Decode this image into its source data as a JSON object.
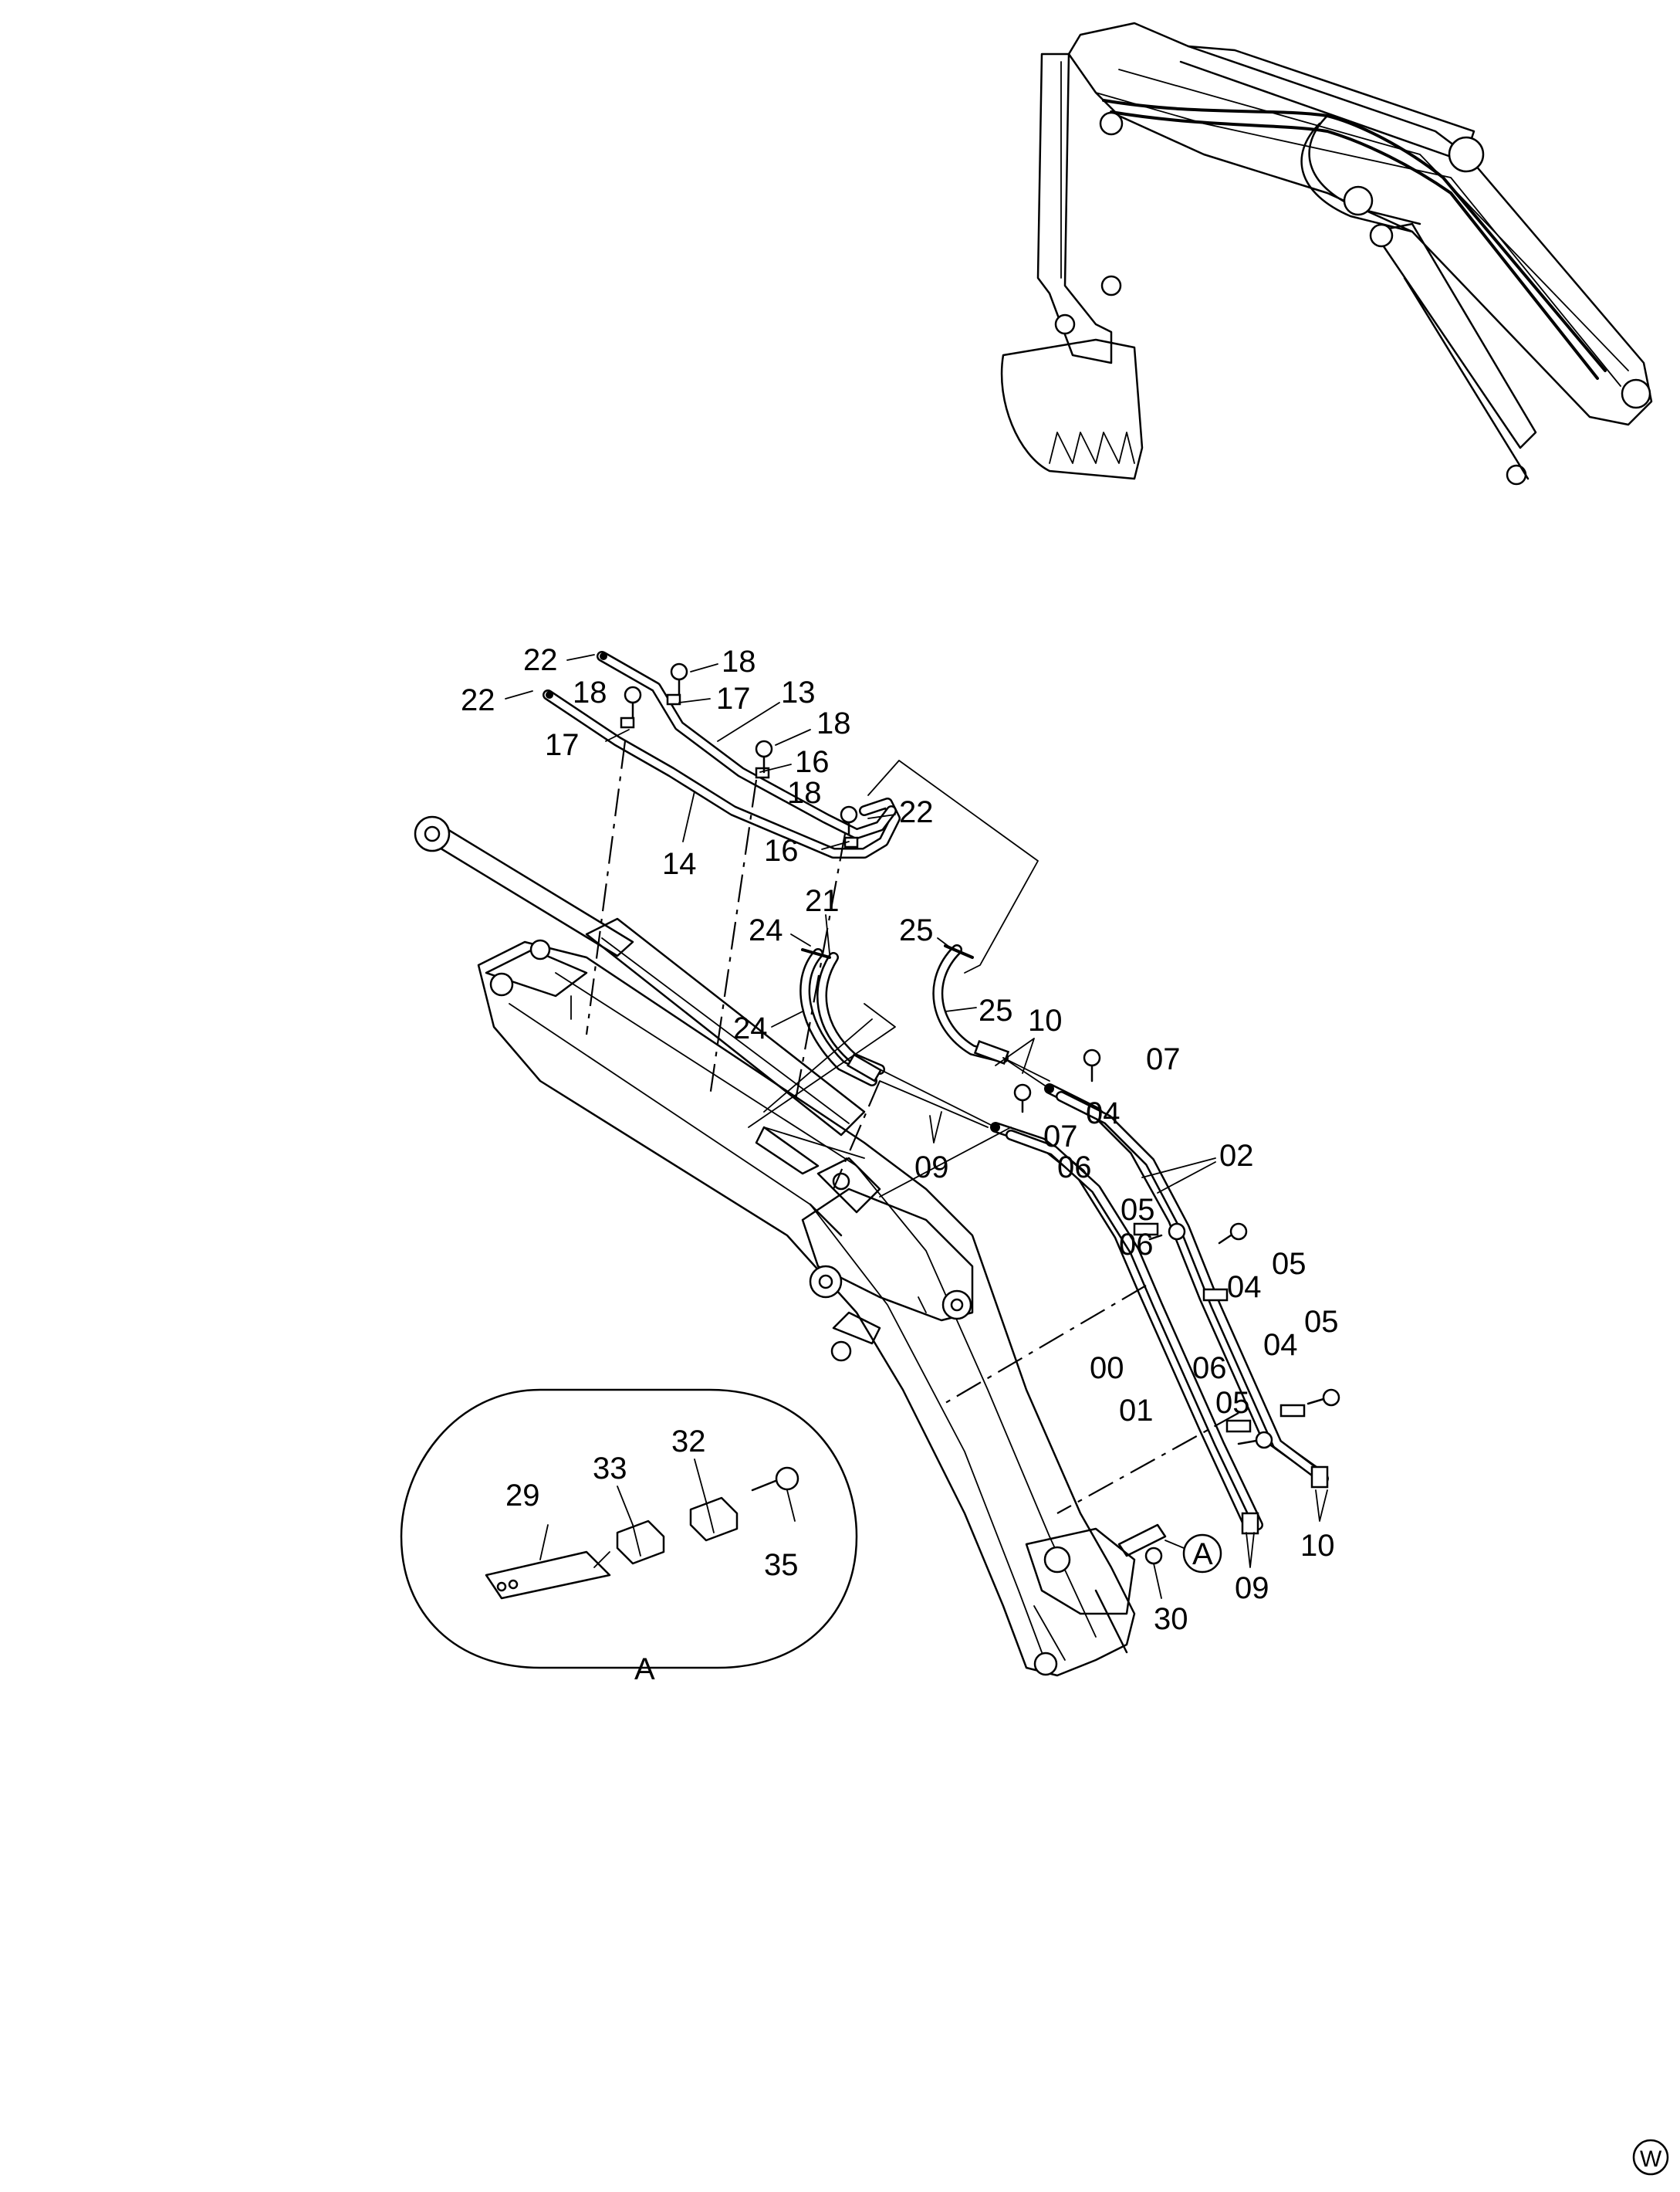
{
  "diagram": {
    "type": "exploded parts diagram",
    "part_labels": {
      "p00": "00",
      "p01": "01",
      "p02": "02",
      "p04a": "04",
      "p04b": "04",
      "p04c": "04",
      "p05a": "05",
      "p05b": "05",
      "p05c": "05",
      "p05d": "05",
      "p06a": "06",
      "p06b": "06",
      "p06c": "06",
      "p07a": "07",
      "p07b": "07",
      "p09a": "09",
      "p09b": "09",
      "p10a": "10",
      "p10b": "10",
      "p13": "13",
      "p14": "14",
      "p16a": "16",
      "p16b": "16",
      "p17a": "17",
      "p17b": "17",
      "p18a": "18",
      "p18b": "18",
      "p18c": "18",
      "p18d": "18",
      "p21": "21",
      "p22a": "22",
      "p22b": "22",
      "p22c": "22",
      "p24a": "24",
      "p24b": "24",
      "p25a": "25",
      "p25b": "25",
      "p29": "29",
      "p30": "30",
      "p32": "32",
      "p33": "33",
      "p35": "35"
    },
    "detail_view_label": "A",
    "detail_callout_label": "A",
    "corner_mark": "W"
  }
}
